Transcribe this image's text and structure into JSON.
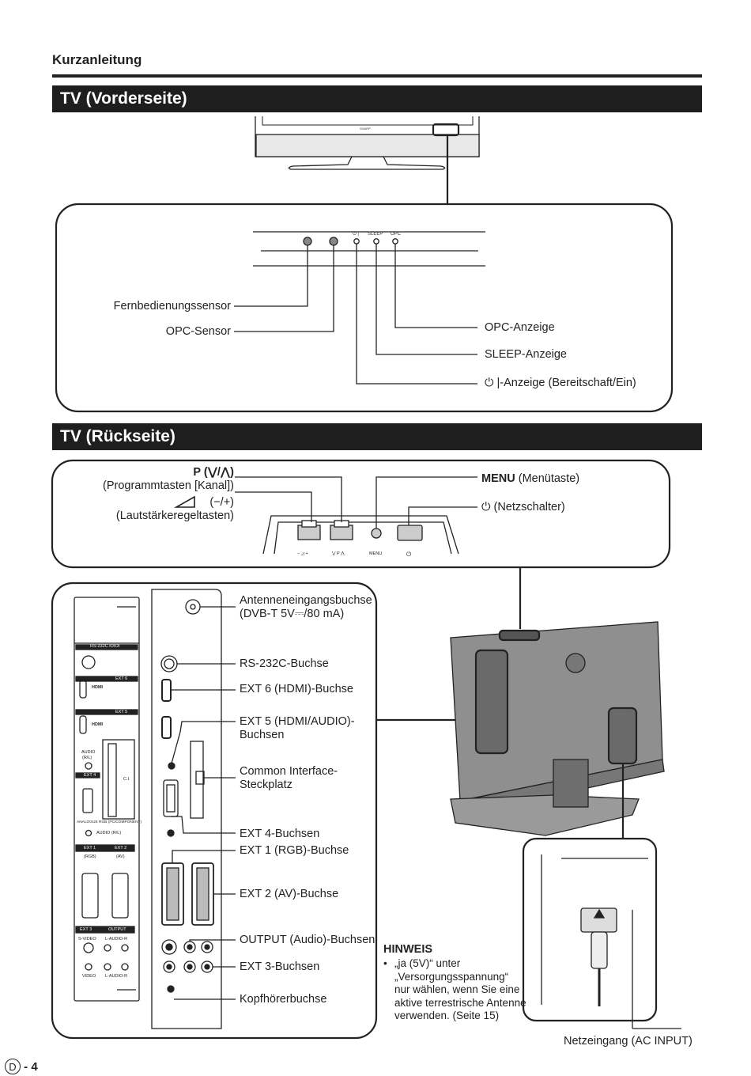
{
  "header": {
    "section": "Kurzanleitung"
  },
  "front": {
    "title": "TV (Vorderseite)",
    "panel_marks": {
      "power": "⏻ |",
      "sleep": "SLEEP",
      "opc": "OPC"
    },
    "brand": "SHARP",
    "labels": {
      "remote_sensor": "Fernbedienungssensor",
      "opc_sensor": "OPC-Sensor",
      "opc_indicator": "OPC-Anzeige",
      "sleep_indicator": "SLEEP-Anzeige",
      "power_indicator": "|-Anzeige (Bereitschaft/Ein)"
    }
  },
  "rear": {
    "title": "TV (Rückseite)",
    "prog_keys": "(Programmtasten [Kanal])",
    "prog_keys_symbol": "P (⋁/⋀)",
    "volume_symbol": "(−/+)",
    "volume_keys": "(Lautstärkeregeltasten)",
    "menu_bold": "MENU",
    "menu_rest": "(Menütaste)",
    "power_switch": "(Netzschalter)",
    "strip_marks": {
      "vol": "− ◿ +",
      "prog": "⋁ P ⋀",
      "menu": "MENU",
      "power": "⏻"
    },
    "connectors": {
      "antenna": "Antenneneingangsbuchse",
      "antenna_spec": "(DVB-T 5V⎓/80 mA)",
      "rs232": "RS-232C-Buchse",
      "ext6": "EXT 6 (HDMI)-Buchse",
      "ext5_a": "EXT 5 (HDMI/AUDIO)-",
      "ext5_b": "Buchsen",
      "ci_a": "Common Interface-",
      "ci_b": "Steckplatz",
      "ext4": "EXT 4-Buchsen",
      "ext1": "EXT 1 (RGB)-Buchse",
      "ext2": "EXT 2 (AV)-Buchse",
      "output": "OUTPUT (Audio)-Buchsen",
      "ext3": "EXT 3-Buchsen",
      "headphone": "Kopfhörerbuchse"
    },
    "side_panel": {
      "rs232": "RS-232C IOIOI",
      "ext6": "EXT 6",
      "ext5": "EXT 5",
      "hdmi": "HDMI",
      "audio": "AUDIO",
      "audio_rl": "(R/L)",
      "ext4": "EXT 4",
      "ci": "C.I.",
      "analogue": "ANALOGUE RGB (PC/COMPONENT)",
      "audio_rl2": "AUDIO (R/L)",
      "ext1": "EXT 1",
      "ext1_sub": "(RGB)",
      "ext2": "EXT 2",
      "ext2_sub": "(AV)",
      "ext3": "EXT 3",
      "output": "OUTPUT",
      "svideo": "S-VIDEO",
      "laudior": "L-AUDIO-R",
      "video": "VIDEO",
      "laudior2": "L-AUDIO-R"
    },
    "ac_input": "Netzeingang (AC INPUT)",
    "note": {
      "title": "HINWEIS",
      "bullet": "•",
      "lines": [
        "„ja (5V)“ unter",
        "„Versorgungsspannung“",
        "nur wählen, wenn Sie eine",
        "aktive terrestrische Antenne",
        "verwenden. (Seite 15)"
      ]
    }
  },
  "footer": {
    "page_letter": "D",
    "page_number": "- 4"
  }
}
